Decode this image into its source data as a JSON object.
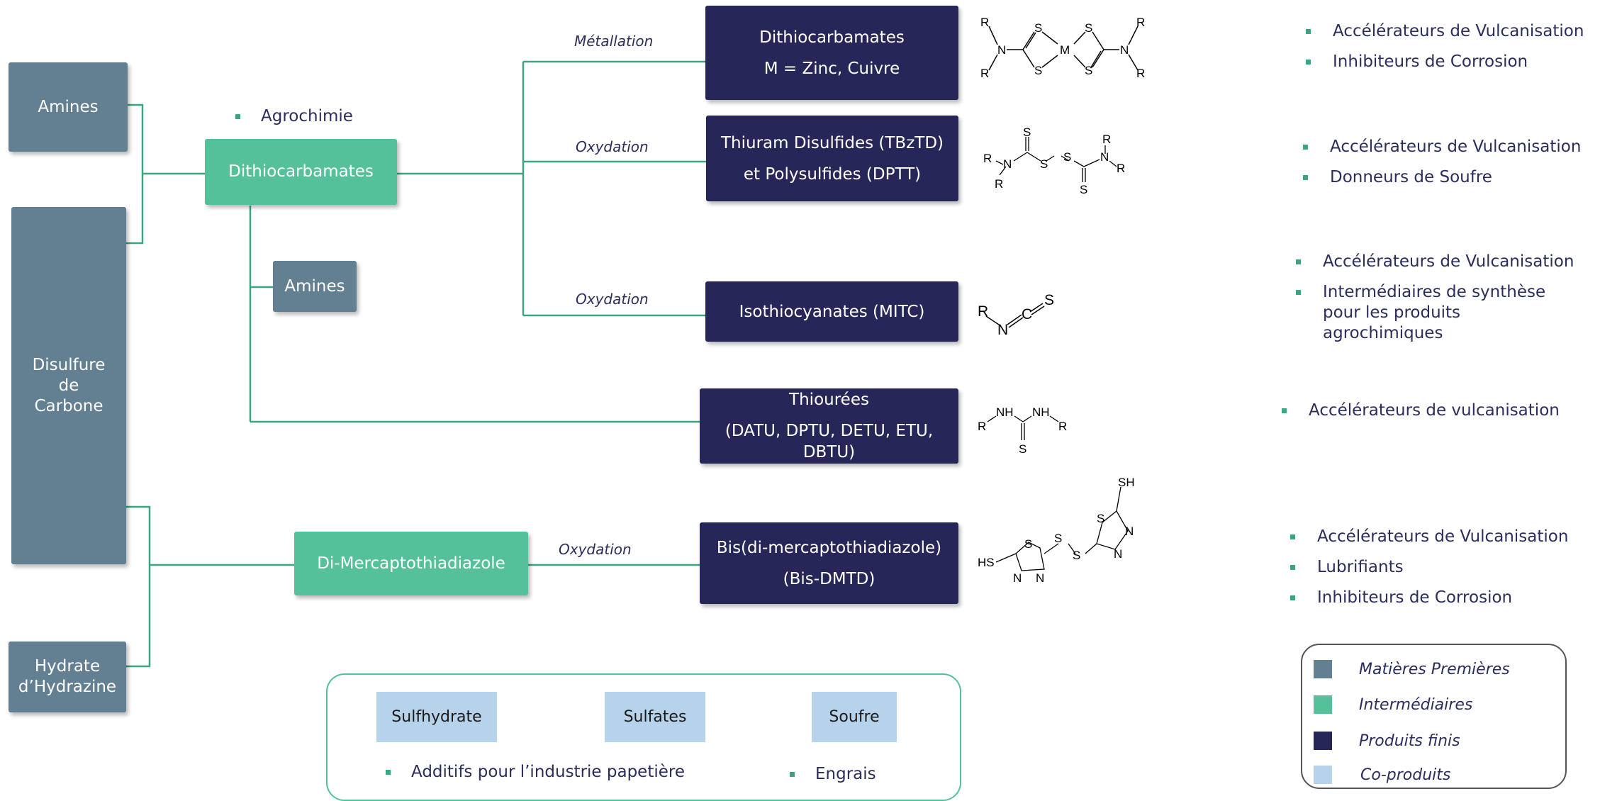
{
  "colors": {
    "raw": "#637f92",
    "intermediate": "#54c19a",
    "finished": "#262758",
    "coproduct": "#b7d3ec",
    "line": "#3aa57f",
    "text": "#2b2d5c"
  },
  "raw_materials": {
    "amines_left": "Amines",
    "cs2_line1": "Disulfure",
    "cs2_line2": "de",
    "cs2_line3": "Carbone",
    "hydrazine_line1": "Hydrate",
    "hydrazine_line2": "d’Hydrazine",
    "amines_mid": "Amines"
  },
  "intermediates": {
    "dithiocarbamates": "Dithiocarbamates",
    "dmtd": "Di-Mercaptothiadiazole",
    "agro_note": "Agrochimie"
  },
  "operations": {
    "metallation": "Métallation",
    "oxydation1": "Oxydation",
    "oxydation2": "Oxydation",
    "oxydation3": "Oxydation"
  },
  "products": [
    {
      "line1": "Dithiocarbamates",
      "line2": "M = Zinc, Cuivre"
    },
    {
      "line1": "Thiuram Disulfides (TBzTD)",
      "line2": "et Polysulfides (DPTT)"
    },
    {
      "line1": "Isothiocyanates (MITC)"
    },
    {
      "line1": "Thiourées",
      "line2": "(DATU, DPTU, DETU, ETU,",
      "line3": "DBTU)"
    },
    {
      "line1": "Bis(di-mercaptothiadiazole)",
      "line2": "(Bis-DMTD)"
    }
  ],
  "applications": [
    [
      "Accélérateurs de Vulcanisation",
      "Inhibiteurs de Corrosion"
    ],
    [
      "Accélérateurs de Vulcanisation",
      "Donneurs de Soufre"
    ],
    [
      "Accélérateurs de Vulcanisation",
      "Intermédiaires de synthèse pour les produits agrochimiques"
    ],
    [
      "Accélérateurs de vulcanisation"
    ],
    [
      "Accélérateurs de Vulcanisation",
      "Lubrifiants",
      "Inhibiteurs de Corrosion"
    ]
  ],
  "coproducts": {
    "sulfhydrate": "Sulfhydrate",
    "sulfates": "Sulfates",
    "soufre": "Soufre",
    "use1": "Additifs pour l’industrie papetière",
    "use2": "Engrais"
  },
  "legend": [
    {
      "label": "Matières Premières",
      "color": "#637f92"
    },
    {
      "label": "Intermédiaires",
      "color": "#54c19a"
    },
    {
      "label": "Produits finis",
      "color": "#262758"
    },
    {
      "label": "Co-produits",
      "color": "#b7d3ec"
    }
  ],
  "structures": {
    "s1": [
      "R",
      "R",
      "N",
      "S",
      "S",
      "M",
      "S",
      "S",
      "N",
      "R",
      "R"
    ],
    "s2": [
      "S",
      "R",
      "N",
      "R",
      "S",
      "S",
      "R",
      "N",
      "R",
      "S"
    ],
    "s3": [
      "R",
      "N",
      "C",
      "S"
    ],
    "s4": [
      "R",
      "NH",
      "NH",
      "R",
      "S"
    ],
    "s5": [
      "SH",
      "HS",
      "S",
      "N",
      "N",
      "S",
      "S",
      "S",
      "N",
      "N"
    ]
  }
}
